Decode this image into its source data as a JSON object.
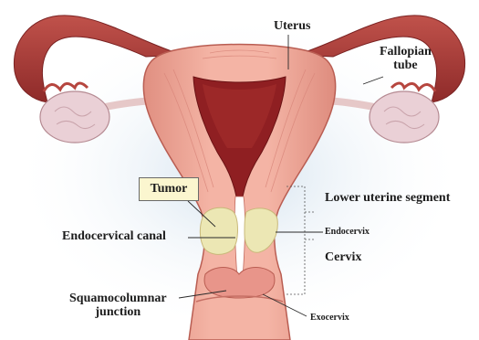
{
  "labels": {
    "uterus": "Uterus",
    "fallopian_tube": "Fallopian\ntube",
    "tumor": "Tumor",
    "lower_uterine_segment": "Lower uterine segment",
    "endocervical_canal": "Endocervical canal",
    "endocervix": "Endocervix",
    "cervix": "Cervix",
    "squamocolumnar_junction": "Squamocolumnar\njunction",
    "exocervix": "Exocervix"
  },
  "colors": {
    "background_glow": "#dfe9f2",
    "tissue": "#f0aa9c",
    "tissue_light": "#f7c5b8",
    "tissue_dark": "#c96558",
    "cavity": "#8f1f22",
    "tube": "#a33a36",
    "ovary": "#e8cbd0",
    "tumor": "#ece7b4",
    "tumor_box": "#fbf6cf"
  }
}
